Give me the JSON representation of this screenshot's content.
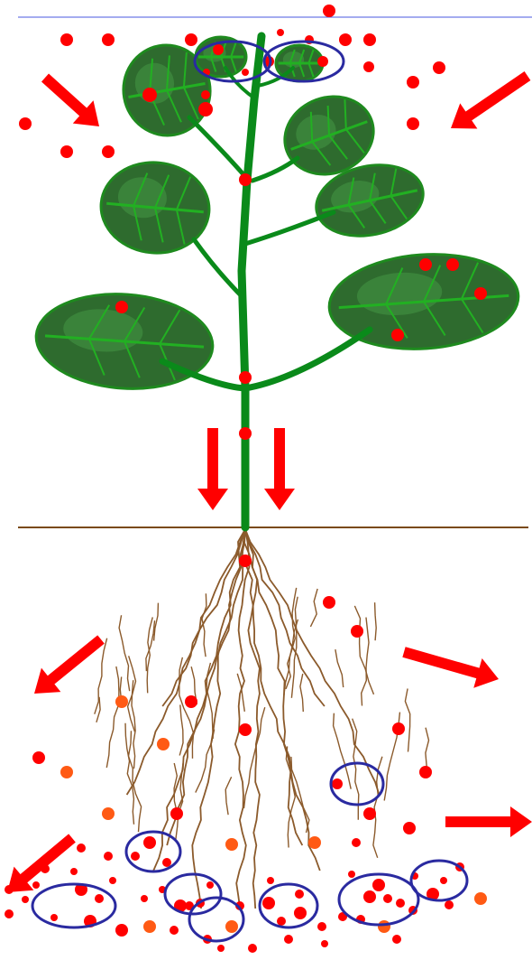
{
  "colors": {
    "background": "#ffffff",
    "sky_line": "#4a5ae0",
    "ground_line": "#7a4a14",
    "leaf_dark": "#2e6b2e",
    "leaf_mid": "#3d8a3d",
    "leaf_vein": "#22b022",
    "leaf_outline": "#1e8a1e",
    "stem": "#0a8a1a",
    "root": "#8b5a2b",
    "particle_red": "#ff0000",
    "particle_orange": "#ff5a14",
    "arrow": "#ff0000",
    "circle": "#2a2aa0"
  },
  "icons": {
    "arrow": "red-flow-arrow",
    "particle": "red-particle-dot",
    "highlight": "blue-ellipse-outline"
  }
}
